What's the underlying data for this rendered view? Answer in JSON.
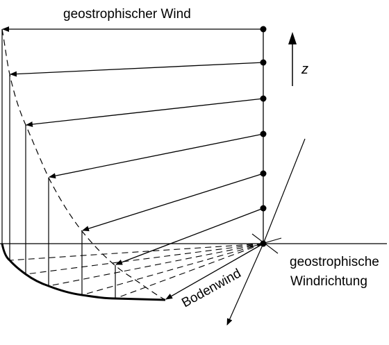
{
  "labels": {
    "top": "geostrophischer Wind",
    "z_axis": "z",
    "geo_dir_line1": "geostrophische",
    "geo_dir_line2": "Windrichtung",
    "surface_wind": "Bodenwind"
  },
  "colors": {
    "ink": "#000000",
    "background": "#ffffff"
  },
  "icons": {
    "height_marker": "up-arrow-icon",
    "wind_vector_head": "filled-arrowhead-icon",
    "level_point": "filled-dot-icon"
  }
}
